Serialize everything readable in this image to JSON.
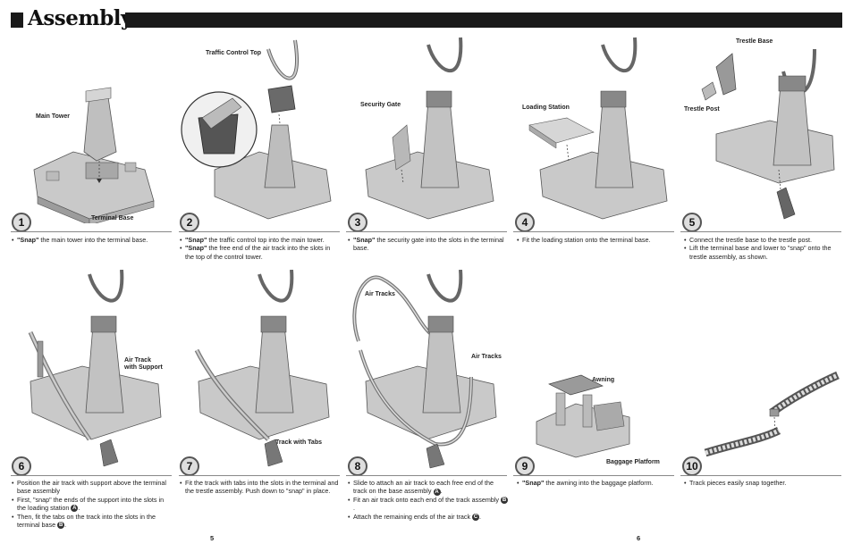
{
  "header": {
    "title": "Assembly"
  },
  "steps": [
    {
      "num": "1",
      "labels": [
        "Main Tower",
        "Terminal Base"
      ],
      "instructions": [
        {
          "bold": "Snap\"",
          "text": " the main tower into the terminal base."
        }
      ]
    },
    {
      "num": "2",
      "labels": [
        "Traffic Control Top"
      ],
      "instructions": [
        {
          "bold": "\"Snap\"",
          "text": " the traffic control top into the main tower."
        },
        {
          "bold": "\"Snap\"",
          "text": " the free end of the air track into the slots in the top of the control tower."
        }
      ]
    },
    {
      "num": "3",
      "labels": [
        "Security Gate"
      ],
      "instructions": [
        {
          "bold": "\"Snap\"",
          "text": " the security gate into the slots in the terminal base."
        }
      ]
    },
    {
      "num": "4",
      "labels": [
        "Loading Station"
      ],
      "instructions": [
        {
          "bold": "",
          "text": "Fit the loading station onto the terminal base."
        }
      ]
    },
    {
      "num": "5",
      "labels": [
        "Trestle Base",
        "Trestle Post"
      ],
      "instructions": [
        {
          "bold": "",
          "text": "Connect the trestle base to the trestle post."
        },
        {
          "bold": "",
          "text": "Lift the terminal base and lower to \"snap\" onto the trestle assembly, as shown."
        }
      ]
    },
    {
      "num": "6",
      "labels": [
        "Air Track",
        "with Support"
      ],
      "instructions": [
        {
          "bold": "",
          "text": "Position the air track with support above the terminal base assembly"
        },
        {
          "bold": "",
          "text": "First, \"snap\" the ends of the support into the slots in the loading station"
        },
        {
          "bold": "",
          "text": "Then, fit the tabs on the track into the slots in the terminal base"
        }
      ]
    },
    {
      "num": "7",
      "labels": [
        "Track with Tabs"
      ],
      "instructions": [
        {
          "bold": "",
          "text": "Fit the track with tabs into the slots in the terminal and the trestle assembly. Push down to \"snap\" in place."
        }
      ]
    },
    {
      "num": "8",
      "labels": [
        "Air Tracks",
        "Air Tracks"
      ],
      "instructions": [
        {
          "bold": "",
          "text": "Slide to attach an air track to each free end of the track on the base assembly"
        },
        {
          "bold": "",
          "text": "Fit an air track onto each end of the track assembly"
        },
        {
          "bold": "",
          "text": "Attach the remaining ends of the air track"
        }
      ]
    },
    {
      "num": "9",
      "labels": [
        "Awning",
        "Baggage Platform"
      ],
      "instructions": [
        {
          "bold": "\"Snap\"",
          "text": " the awning into the baggage platform."
        }
      ]
    },
    {
      "num": "10",
      "labels": [],
      "instructions": [
        {
          "bold": "",
          "text": "Track pieces easily snap together."
        }
      ]
    }
  ],
  "markers": {
    "a": "A",
    "b": "B",
    "c": "C"
  },
  "pages": {
    "left": "5",
    "right": "6"
  }
}
